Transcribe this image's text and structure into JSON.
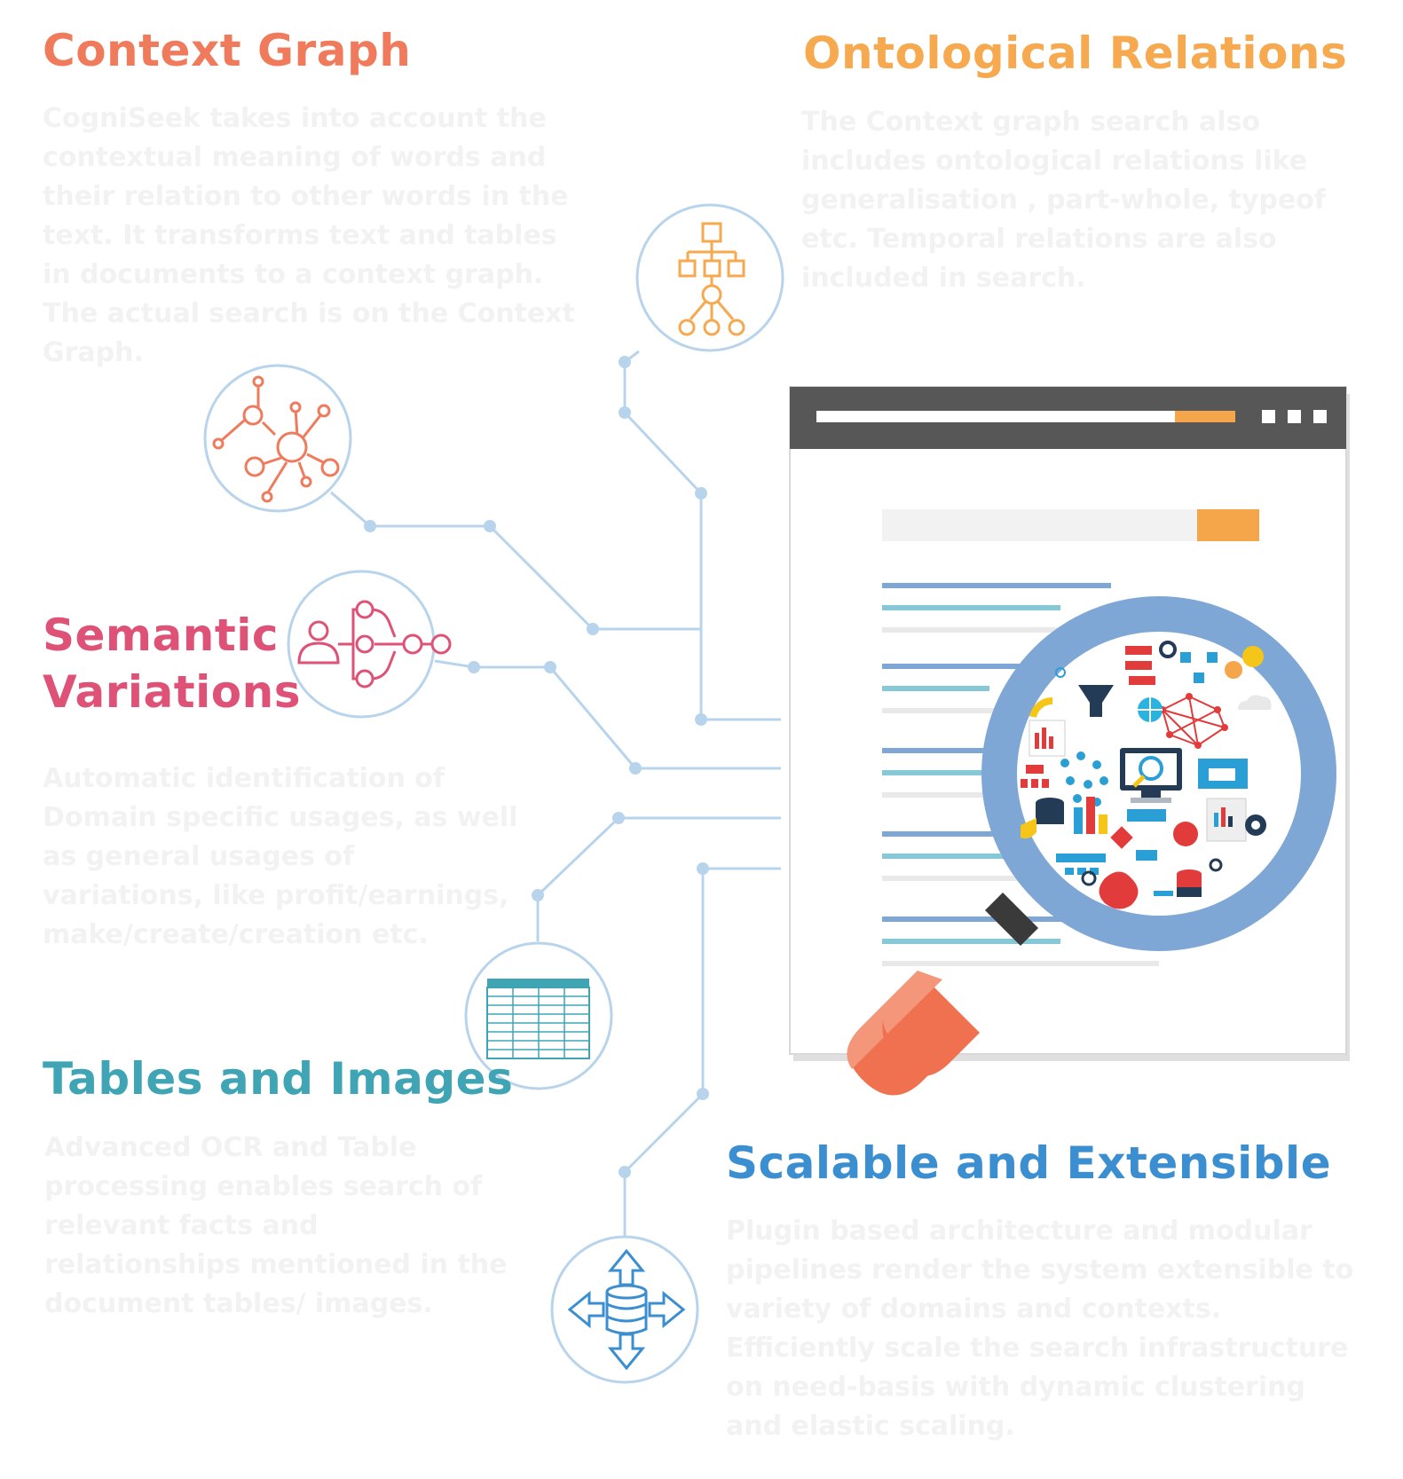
{
  "colors": {
    "context": "#f07a5c",
    "onto": "#f6a94e",
    "semantic": "#df5277",
    "tables": "#3fa5b5",
    "scalable": "#3b8fd0",
    "connector": "#b8d4ec",
    "body_text": "#f2f2f2",
    "browser_bar": "#575757",
    "accent": "#f5a54a",
    "lens_ring": "#7fa7d6",
    "handle": "#ef7150"
  },
  "features": {
    "context_graph": {
      "title": "Context Graph",
      "text": "CogniSeek takes into account the contextual meaning of words and their relation to other words in the text. It transforms text and tables in documents to a context graph. The actual search is on the Context Graph.",
      "icon": "network-graph-icon"
    },
    "ontological_relations": {
      "title": "Ontological Relations",
      "text": "The Context graph search also includes ontological relations like generalisation , part-whole, typeof etc. Temporal relations are also included in search.",
      "icon": "hierarchy-icon"
    },
    "semantic_variations": {
      "title": "Semantic Variations",
      "text": "Automatic identification of Domain specific usages, as well as general usages of variations, like profit/earnings, make/create/creation etc.",
      "icon": "person-flow-icon"
    },
    "tables_images": {
      "title": "Tables and Images",
      "text": "Advanced OCR and Table processing enables search of relevant facts and relationships mentioned in the document tables/ images.",
      "icon": "table-icon"
    },
    "scalable_extensible": {
      "title": "Scalable and Extensible",
      "text": "Plugin based architecture and modular pipelines render the system extensible to variety of domains and contexts. Efficiently scale the search infrastructure on need-basis with dynamic clustering and elastic scaling.",
      "icon": "database-arrows-icon"
    }
  },
  "illustration": {
    "icons": [
      "browser-window-icon",
      "magnifier-icon",
      "data-collage-icon"
    ]
  }
}
